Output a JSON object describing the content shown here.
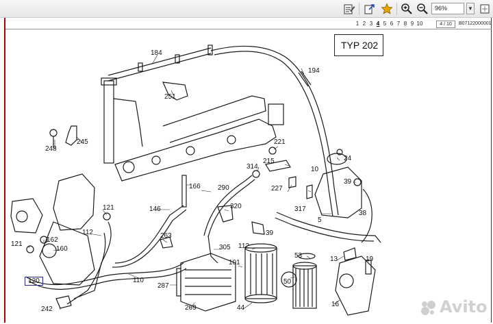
{
  "toolbar": {
    "icons": [
      "edit-note-icon",
      "navigate-icon",
      "favorite-star-icon",
      "zoom-in-icon",
      "zoom-out-icon"
    ],
    "zoom_value": "96%"
  },
  "pagebar": {
    "pages": [
      "1",
      "2",
      "3",
      "4",
      "5",
      "6",
      "7",
      "8",
      "9",
      "10"
    ],
    "current_page": "4",
    "page_count": "4 / 10",
    "doc_id": "B07122000001"
  },
  "diagram": {
    "title": "TYP 202",
    "callouts": [
      "184",
      "194",
      "251",
      "248",
      "245",
      "221",
      "10",
      "24",
      "314",
      "215",
      "39",
      "166",
      "290",
      "227",
      "146",
      "121",
      "320",
      "317",
      "38",
      "112",
      "5",
      "162",
      "263",
      "39",
      "121",
      "160",
      "305",
      "112",
      "53",
      "13",
      "19",
      "101",
      "287",
      "110",
      "120",
      "50",
      "242",
      "269",
      "44",
      "16"
    ],
    "highlighted_callout": "120"
  },
  "watermark": {
    "text": "Avito"
  },
  "colors": {
    "frame": "#b00000",
    "toolbar_bg": "#e9e9e9",
    "highlight_box": "#2a2a8a",
    "star": "#e8a500"
  }
}
